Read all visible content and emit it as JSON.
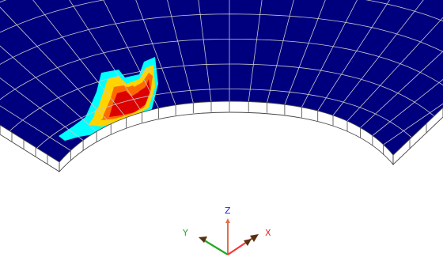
{
  "viewport": {
    "background": "#ffffff",
    "mesh": {
      "top_face_color": "#00007f",
      "side_face_color": "#ffffff",
      "grid_line_color": "#c8c8c8",
      "edge_line_color": "#555555"
    },
    "contour_colors": {
      "level_low": "#00ffff",
      "level_mid": "#ffd400",
      "level_high": "#ff6a00",
      "level_max": "#dd0000"
    }
  },
  "triad": {
    "z_label": "Z",
    "y_label": "Y",
    "x_label": "X",
    "z_color": "#e07050",
    "y_color": "#22aa22",
    "x_color": "#ff3333",
    "label_color": "#1a1aff",
    "x_label_color": "#ee2222",
    "y_label_color": "#22aa22"
  }
}
